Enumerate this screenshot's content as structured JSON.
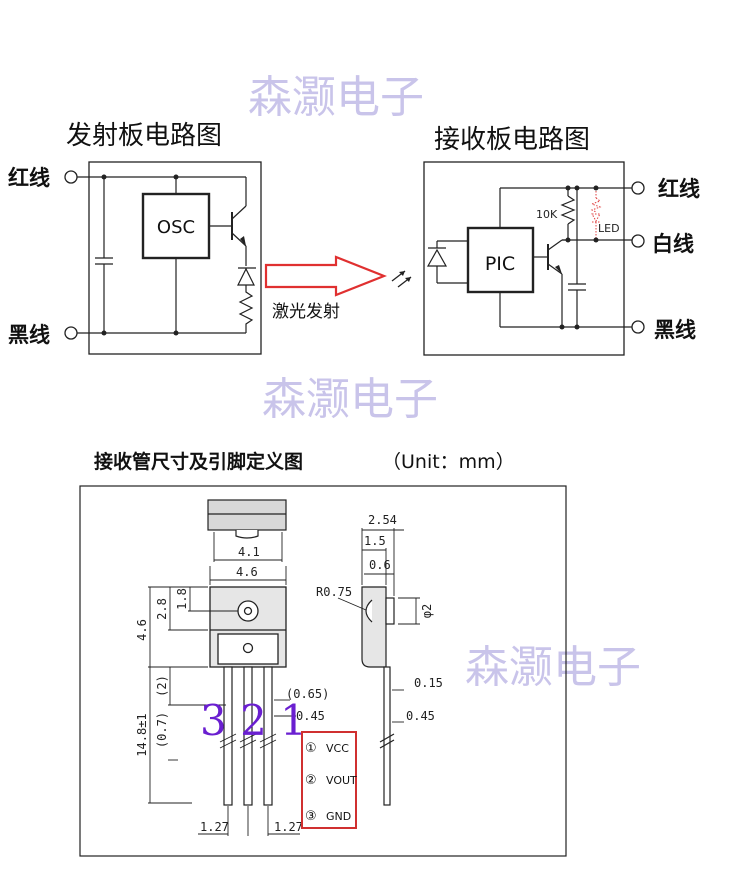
{
  "watermark": "森灏电子",
  "transmitter": {
    "title": "发射板电路图",
    "red_wire": "红线",
    "black_wire": "黑线",
    "osc_label": "OSC",
    "laser_label": "激光发射"
  },
  "receiver": {
    "title": "接收板电路图",
    "pic_label": "PIC",
    "resistor_label": "10K",
    "led_label": "LED",
    "red_wire": "红线",
    "white_wire": "白线",
    "black_wire": "黑线"
  },
  "package": {
    "title": "接收管尺寸及引脚定义图",
    "unit": "（Unit：mm）",
    "pin_numbers": "3 2 1",
    "pins": [
      {
        "num": "①",
        "name": "VCC"
      },
      {
        "num": "②",
        "name": "VOUT"
      },
      {
        "num": "③",
        "name": "GND"
      }
    ],
    "dims": {
      "d254": "2.54",
      "d15": "1.5",
      "d06": "0.6",
      "r075": "R0.75",
      "phi2": "φ2",
      "d015": "0.15",
      "d045r": "0.45",
      "d41": "4.1",
      "d46top": "4.6",
      "d46side": "4.6",
      "d28": "2.8",
      "d18": "1.8",
      "d2": "(2)",
      "d148": "14.8±1",
      "d07": "(0.7)",
      "d065": "(0.65)",
      "d045": "0.45",
      "d127l": "1.27",
      "d127r": "1.27"
    }
  },
  "colors": {
    "watermark": "#c9c4ea",
    "arrow": "#e03030",
    "pin_numbers": "#6a1fd0",
    "pin_box": "#d03030",
    "led": "#e04040"
  }
}
